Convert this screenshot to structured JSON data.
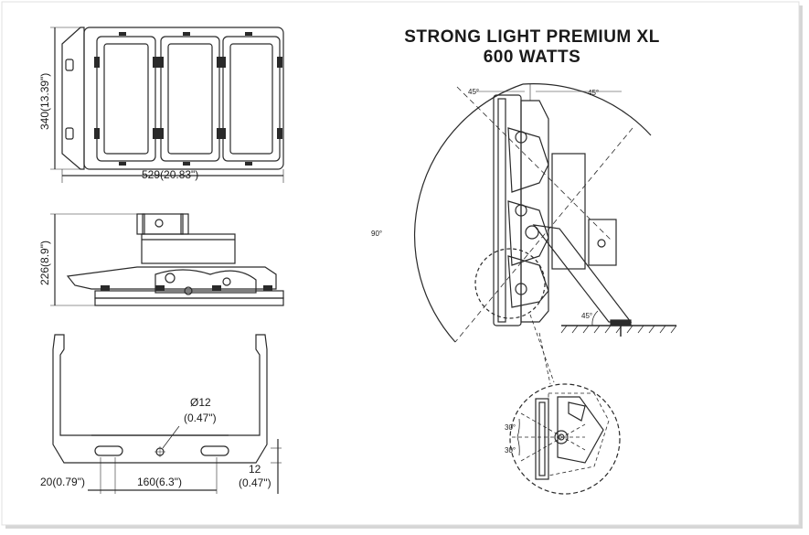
{
  "title": {
    "line1": "STRONG LIGHT PREMIUM XL",
    "line2": "600 WATTS"
  },
  "dimensions": {
    "height_top_view": "340(13.39\")",
    "width_top_view": "529(20.83\")",
    "height_side_view": "226(8.9\")",
    "hole_diameter": "Ø12",
    "hole_diameter_in": "(0.47\")",
    "bracket_left": "20(0.79\")",
    "bracket_spacing": "160(6.3\")",
    "bracket_thickness": "12",
    "bracket_thickness_in": "(0.47\")"
  },
  "angles": {
    "top_left": "45°",
    "top_right": "45°",
    "left_span": "90°",
    "base": "45°",
    "detail_top": "30°",
    "detail_bottom": "30°"
  },
  "colors": {
    "line": "#2a2a2a",
    "background": "#ffffff",
    "frame_shadow": "#c8c8c8"
  }
}
